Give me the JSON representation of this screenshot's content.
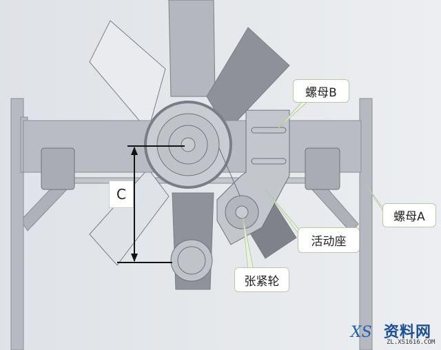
{
  "labels": {
    "nut_b": "螺母B",
    "nut_a": "螺母A",
    "dimension_c": "C",
    "movable_seat": "活动座",
    "tension_pulley": "张紧轮"
  },
  "watermark": {
    "logo": "XS",
    "name": "资料网",
    "url": "ZL.XS1616.COM"
  },
  "colors": {
    "background": "#e6e8ec",
    "frame": "#b6bac0",
    "label_border": "#b9c9a8"
  }
}
